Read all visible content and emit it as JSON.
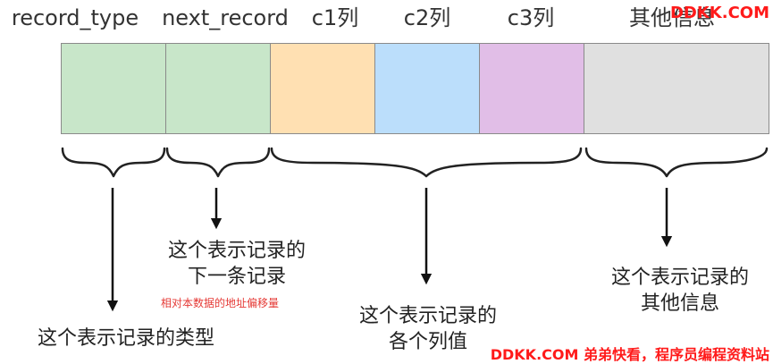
{
  "columns": [
    {
      "label": "record_type",
      "color": "#c8e6c9"
    },
    {
      "label": "next_record",
      "color": "#c8e6c9"
    },
    {
      "label": "c1列",
      "color": "#ffe0b2"
    },
    {
      "label": "c2列",
      "color": "#bbdefb"
    },
    {
      "label": "c3列",
      "color": "#e1bee7"
    },
    {
      "label": "其他信息",
      "color": "#e0e0e0"
    }
  ],
  "descriptions": {
    "record_type": "这个表示记录的类型",
    "next_record_line1": "这个表示记录的",
    "next_record_line2": "下一条记录",
    "next_record_note": "相对本数据的地址偏移量",
    "columns_line1": "这个表示记录的",
    "columns_line2": "各个列值",
    "other_line1": "这个表示记录的",
    "other_line2": "其他信息"
  },
  "watermark": {
    "top": "DDKK.COM",
    "bottom": "DDKK.COM 弟弟快看，程序员编程资料站"
  }
}
